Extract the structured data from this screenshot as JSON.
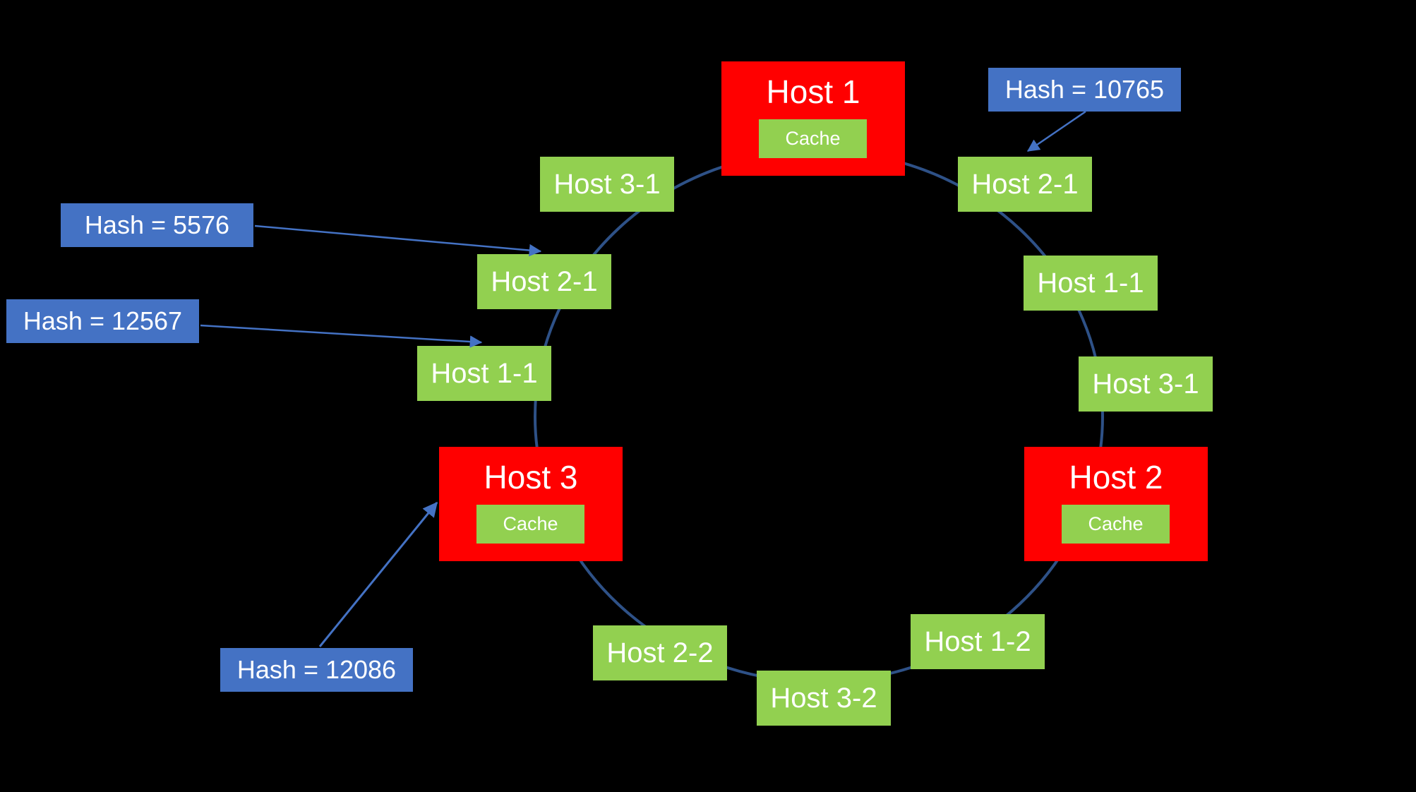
{
  "diagram": {
    "type": "consistent-hashing-ring",
    "background_color": "#000000",
    "colors": {
      "host_box": "#FF0000",
      "ring_node_box": "#92D050",
      "cache_box": "#92D050",
      "hash_box": "#4472C4",
      "ring_stroke": "#2E5187",
      "arrow_stroke": "#4472C4",
      "text": "#FFFFFF"
    },
    "hosts": [
      {
        "label": "Host 1",
        "cache_label": "Cache",
        "position": "top"
      },
      {
        "label": "Host 2",
        "cache_label": "Cache",
        "position": "right"
      },
      {
        "label": "Host 3",
        "cache_label": "Cache",
        "position": "left"
      }
    ],
    "ring_nodes": [
      {
        "label": "Host 3-1",
        "position": "upper-left"
      },
      {
        "label": "Host 2-1",
        "position": "left"
      },
      {
        "label": "Host 1-1",
        "position": "lower-left"
      },
      {
        "label": "Host 2-2",
        "position": "bottom-left"
      },
      {
        "label": "Host 3-2",
        "position": "bottom"
      },
      {
        "label": "Host 1-2",
        "position": "bottom-right"
      },
      {
        "label": "Host 2-1",
        "position": "upper-right"
      },
      {
        "label": "Host 1-1",
        "position": "right-upper"
      },
      {
        "label": "Host 3-1",
        "position": "right-lower"
      }
    ],
    "hash_tags": [
      {
        "label": "Hash = 10765",
        "points_to": "Host 2-1 (upper-right)"
      },
      {
        "label": "Hash = 5576",
        "points_to": "Host 2-1 (left)"
      },
      {
        "label": "Hash = 12567",
        "points_to": "Host 1-1 (lower-left)"
      },
      {
        "label": "Hash = 12086",
        "points_to": "Host 3"
      }
    ]
  }
}
